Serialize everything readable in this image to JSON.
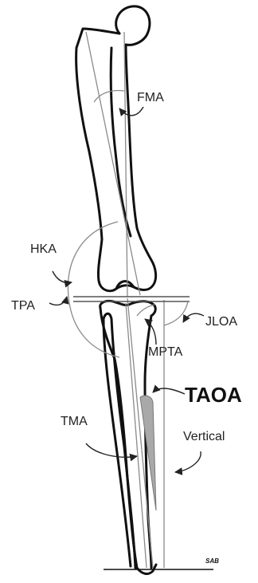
{
  "labels": {
    "fma": "FMA",
    "hka": "HKA",
    "tpa": "TPA",
    "jloa": "JLOA",
    "mpta": "MPTA",
    "taoa": "TAOA",
    "tma": "TMA",
    "vertical": "Vertical",
    "signature": "SAB"
  },
  "colors": {
    "bone_outline": "#111111",
    "axis_line": "#8a8a8a",
    "angle_arc": "#8a8a8a",
    "taoa_fill": "#a9a9a9",
    "arrow": "#222222"
  }
}
